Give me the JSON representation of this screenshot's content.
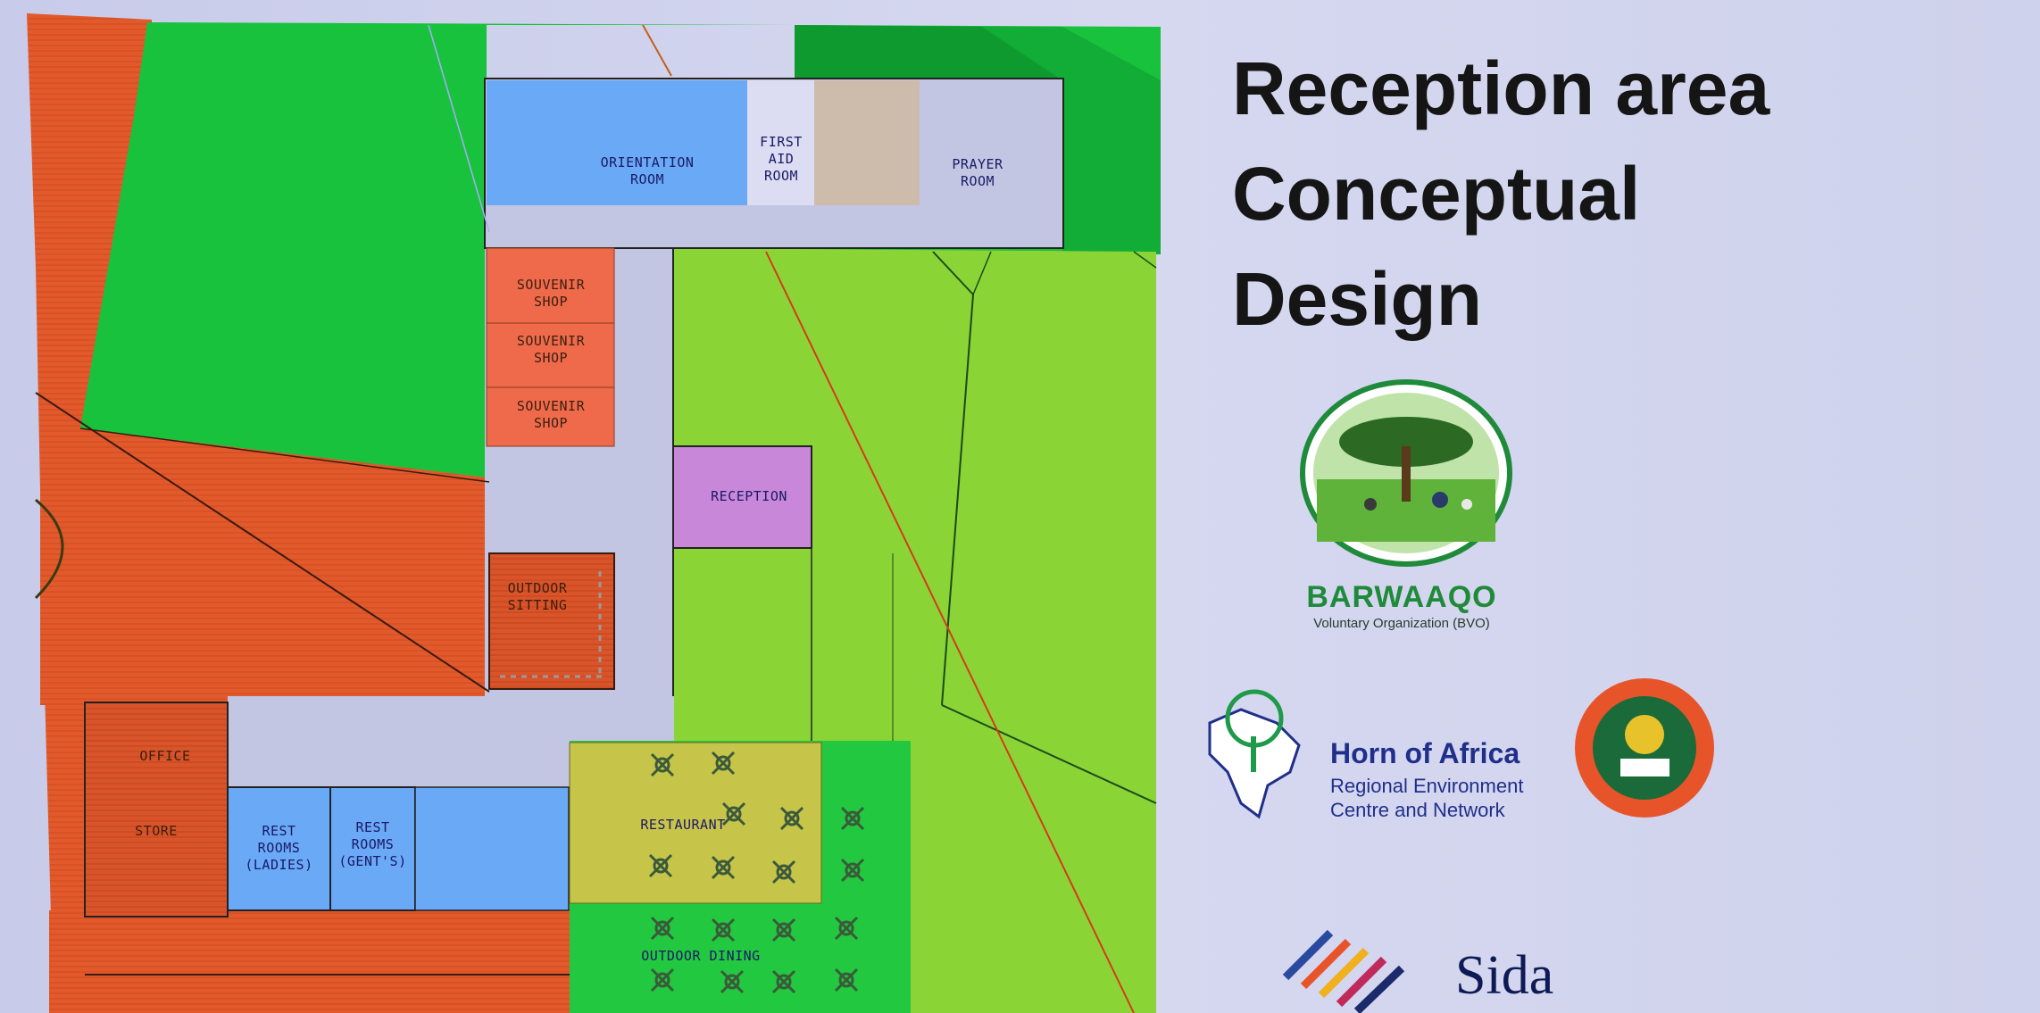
{
  "title": "Reception area\nConceptual\nDesign",
  "rooms": {
    "orientation": "ORIENTATION\nROOM",
    "first_aid": "FIRST\nAID\nROOM",
    "prayer": "PRAYER\nROOM",
    "souvenir_1": "SOUVENIR\nSHOP",
    "souvenir_2": "SOUVENIR\nSHOP",
    "souvenir_3": "SOUVENIR\nSHOP",
    "reception": "RECEPTION",
    "outdoor_sitting": "OUTDOOR\nSITTING",
    "office": "OFFICE",
    "store": "STORE",
    "rest_ladies": "REST\nROOMS\n(LADIES)",
    "rest_gents": "REST\nROOMS\n(GENT'S)",
    "restaurant": "RESTAURANT",
    "outdoor_dining": "OUTDOOR DINING"
  },
  "logos": {
    "barwaaqo": {
      "name": "BARWAAQO",
      "subtitle": "Voluntary Organization (BVO)"
    },
    "hoa": {
      "line1": "Horn of Africa",
      "line2": "Regional Environment",
      "line3": "Centre and Network"
    },
    "university_seal": "university-seal",
    "sida": "Sida"
  },
  "colors": {
    "orange_zone": "#e05a2c",
    "dark_green": "#17c43c",
    "lime_green": "#86d132",
    "corridor": "#c2c6e2",
    "blue_room": "#6aa9f5",
    "salmon_room": "#ee6a4a",
    "reception": "#c987d9",
    "restaurant": "#c7c44a"
  }
}
